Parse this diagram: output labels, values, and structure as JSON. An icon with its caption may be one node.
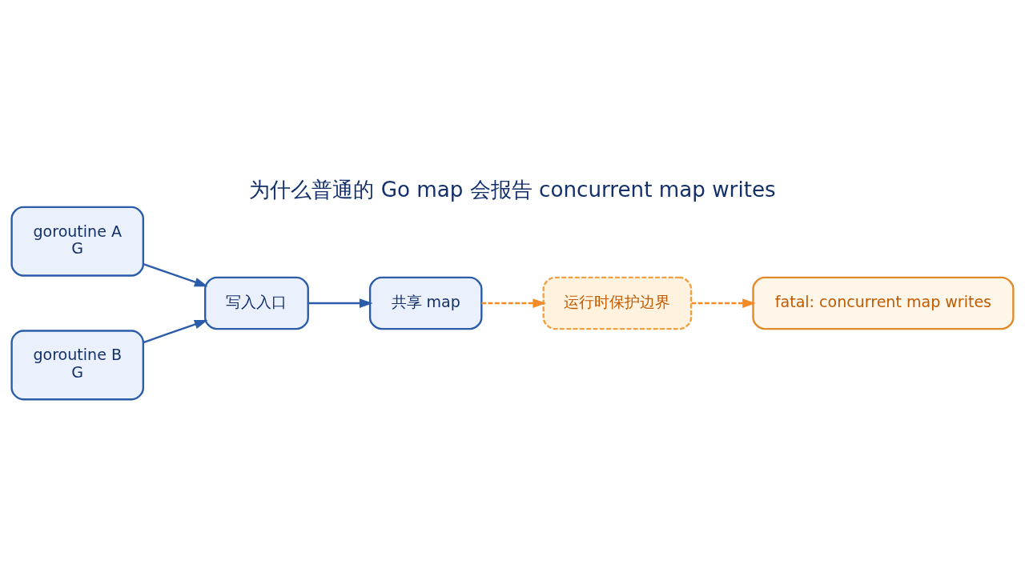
{
  "diagram": {
    "title": "为什么普通的 Go map 会报告 concurrent map writes",
    "nodes": [
      {
        "text": [
          "goroutine A",
          "G"
        ]
      },
      {
        "text": [
          "goroutine B",
          "G"
        ]
      },
      {
        "text": [
          "写入入口"
        ]
      },
      {
        "text": [
          "共享 map"
        ]
      },
      {
        "text": [
          "运行时保护边界"
        ]
      },
      {
        "text": [
          "fatal: concurrent map writes"
        ]
      }
    ],
    "edges": [
      {
        "from": 0,
        "to": 2,
        "arrow": "to"
      },
      {
        "from": 1,
        "to": 2,
        "arrow": "to"
      },
      {
        "from": 2,
        "to": 3,
        "arrow": "to"
      },
      {
        "from": 3,
        "to": 4,
        "arrow": "to",
        "style": "dashed",
        "color": "#f28c28"
      },
      {
        "from": 4,
        "to": 5,
        "arrow": "to",
        "style": "dashed",
        "color": "#f28c28"
      }
    ]
  }
}
